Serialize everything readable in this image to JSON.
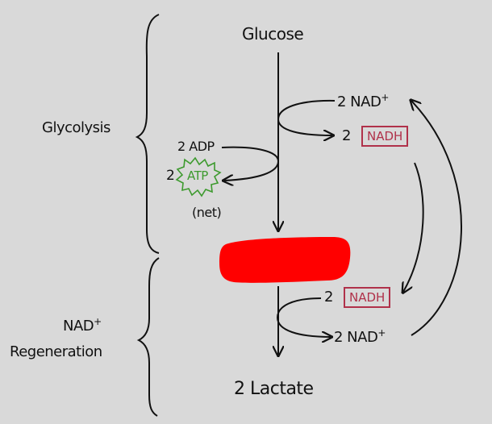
{
  "labels": {
    "glucose": "Glucose",
    "glycolysis": "Glycolysis",
    "adp": "2 ADP",
    "atp_coeff": "2",
    "atp": "ATP",
    "net": "(net)",
    "nad_plus_top": "2 NAD",
    "nadh_top_coeff": "2",
    "nadh_top": "NADH",
    "nadh_bottom_coeff": "2",
    "nadh_bottom": "NADH",
    "nad_plus_bottom": "2 NAD",
    "regen_line1": "NAD",
    "regen_line2": "Regeneration",
    "lactate": "2 Lactate"
  },
  "colors": {
    "ink": "#111111",
    "nadh_box": "#b0314a",
    "atp_burst": "#3d9a2e",
    "red_blob": "#ff0000",
    "background": "#d9d9d9"
  }
}
